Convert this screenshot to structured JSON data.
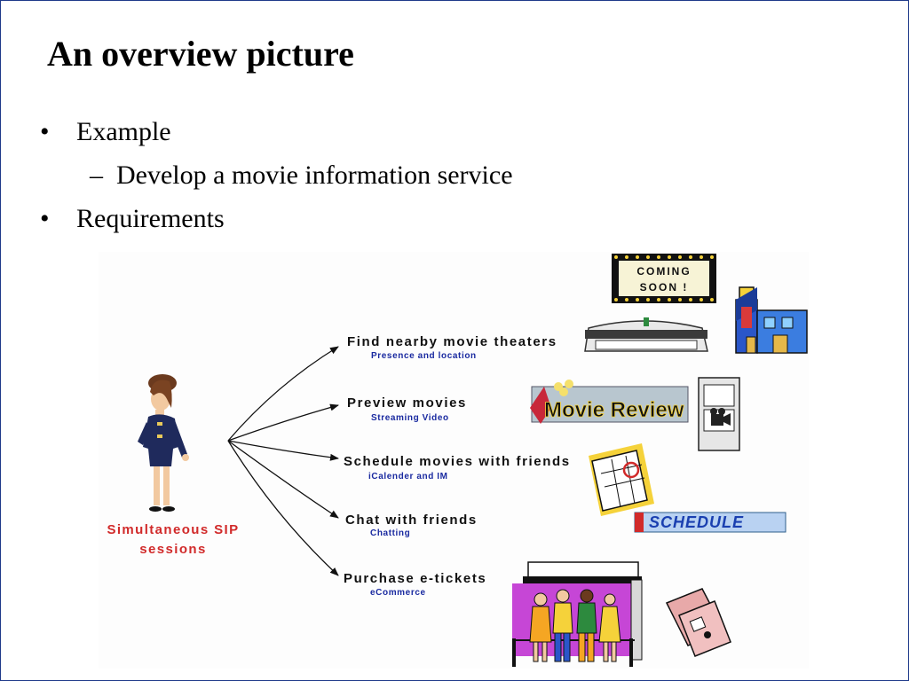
{
  "slide": {
    "title": "An overview picture",
    "bullets": [
      {
        "mark": "•",
        "text": "Example"
      },
      {
        "mark": "–",
        "text": "Develop a movie information service"
      },
      {
        "mark": "•",
        "text": "Requirements"
      }
    ]
  },
  "diagram": {
    "source_label_line1": "Simultaneous SIP",
    "source_label_line2": "sessions",
    "services": [
      {
        "label": "Find nearby movie theaters",
        "sub": "Presence and location"
      },
      {
        "label": "Preview movies",
        "sub": "Streaming Video"
      },
      {
        "label": "Schedule movies with friends",
        "sub": "iCalender and IM"
      },
      {
        "label": "Chat with friends",
        "sub": "Chatting"
      },
      {
        "label": "Purchase e-tickets",
        "sub": "eCommerce"
      }
    ],
    "clipart": {
      "marquee_line1": "COMING",
      "marquee_line2": "SOON !",
      "movie_review": "Movie Review",
      "schedule": "SCHEDULE"
    },
    "colors": {
      "label_blue": "#1a2aa0",
      "sip_red": "#d12a2a",
      "border_blue": "#1f3a8a"
    }
  }
}
